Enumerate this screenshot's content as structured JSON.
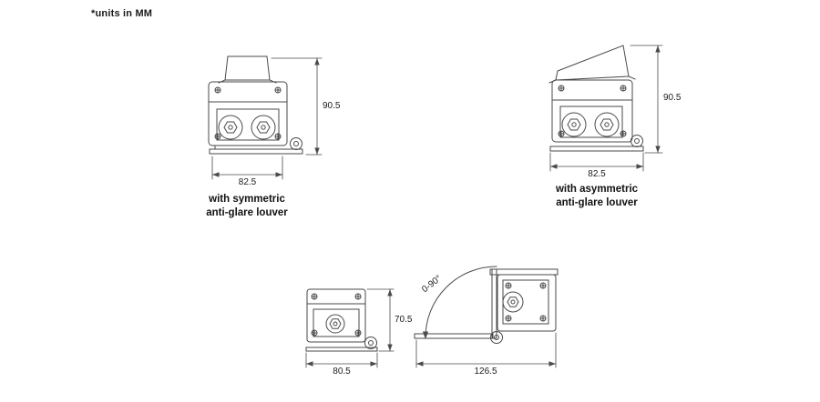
{
  "units_note": "*units in MM",
  "figures": {
    "symmetric": {
      "caption_line1": "with symmetric",
      "caption_line2": "anti-glare louver",
      "height_dim": "90.5",
      "width_dim": "82.5"
    },
    "asymmetric": {
      "caption_line1": "with asymmetric",
      "caption_line2": "anti-glare louver",
      "height_dim": "90.5",
      "width_dim": "82.5"
    },
    "side_view": {
      "height_dim": "70.5",
      "width_dim": "80.5"
    },
    "rotation_view": {
      "angle_range": "0-90°",
      "width_dim": "126.5"
    }
  },
  "colors": {
    "line": "#4a4a4a",
    "text": "#1a1a1a",
    "background": "#ffffff"
  }
}
